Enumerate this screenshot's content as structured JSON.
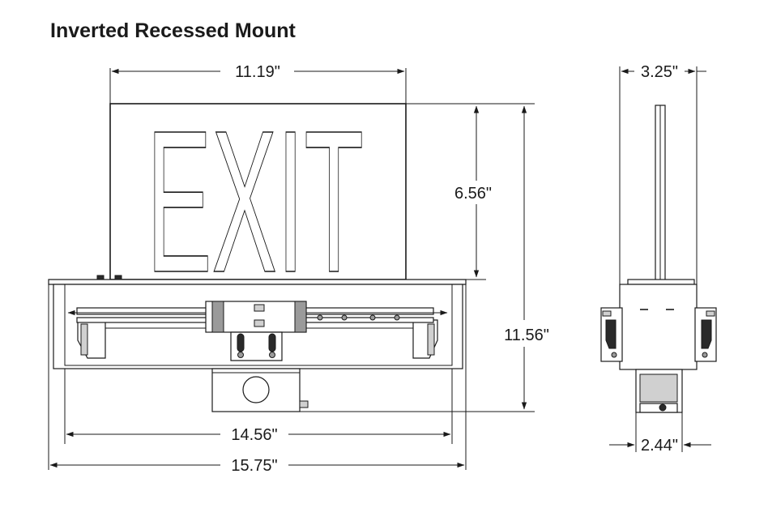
{
  "title": "Inverted Recessed Mount",
  "sign_text": "EXIT",
  "dimensions": {
    "sign_width": "11.19\"",
    "sign_height": "6.56\"",
    "overall_height": "11.56\"",
    "housing_width": "14.56\"",
    "overall_width": "15.75\"",
    "side_depth": "3.25\"",
    "side_back_box": "2.44\""
  }
}
